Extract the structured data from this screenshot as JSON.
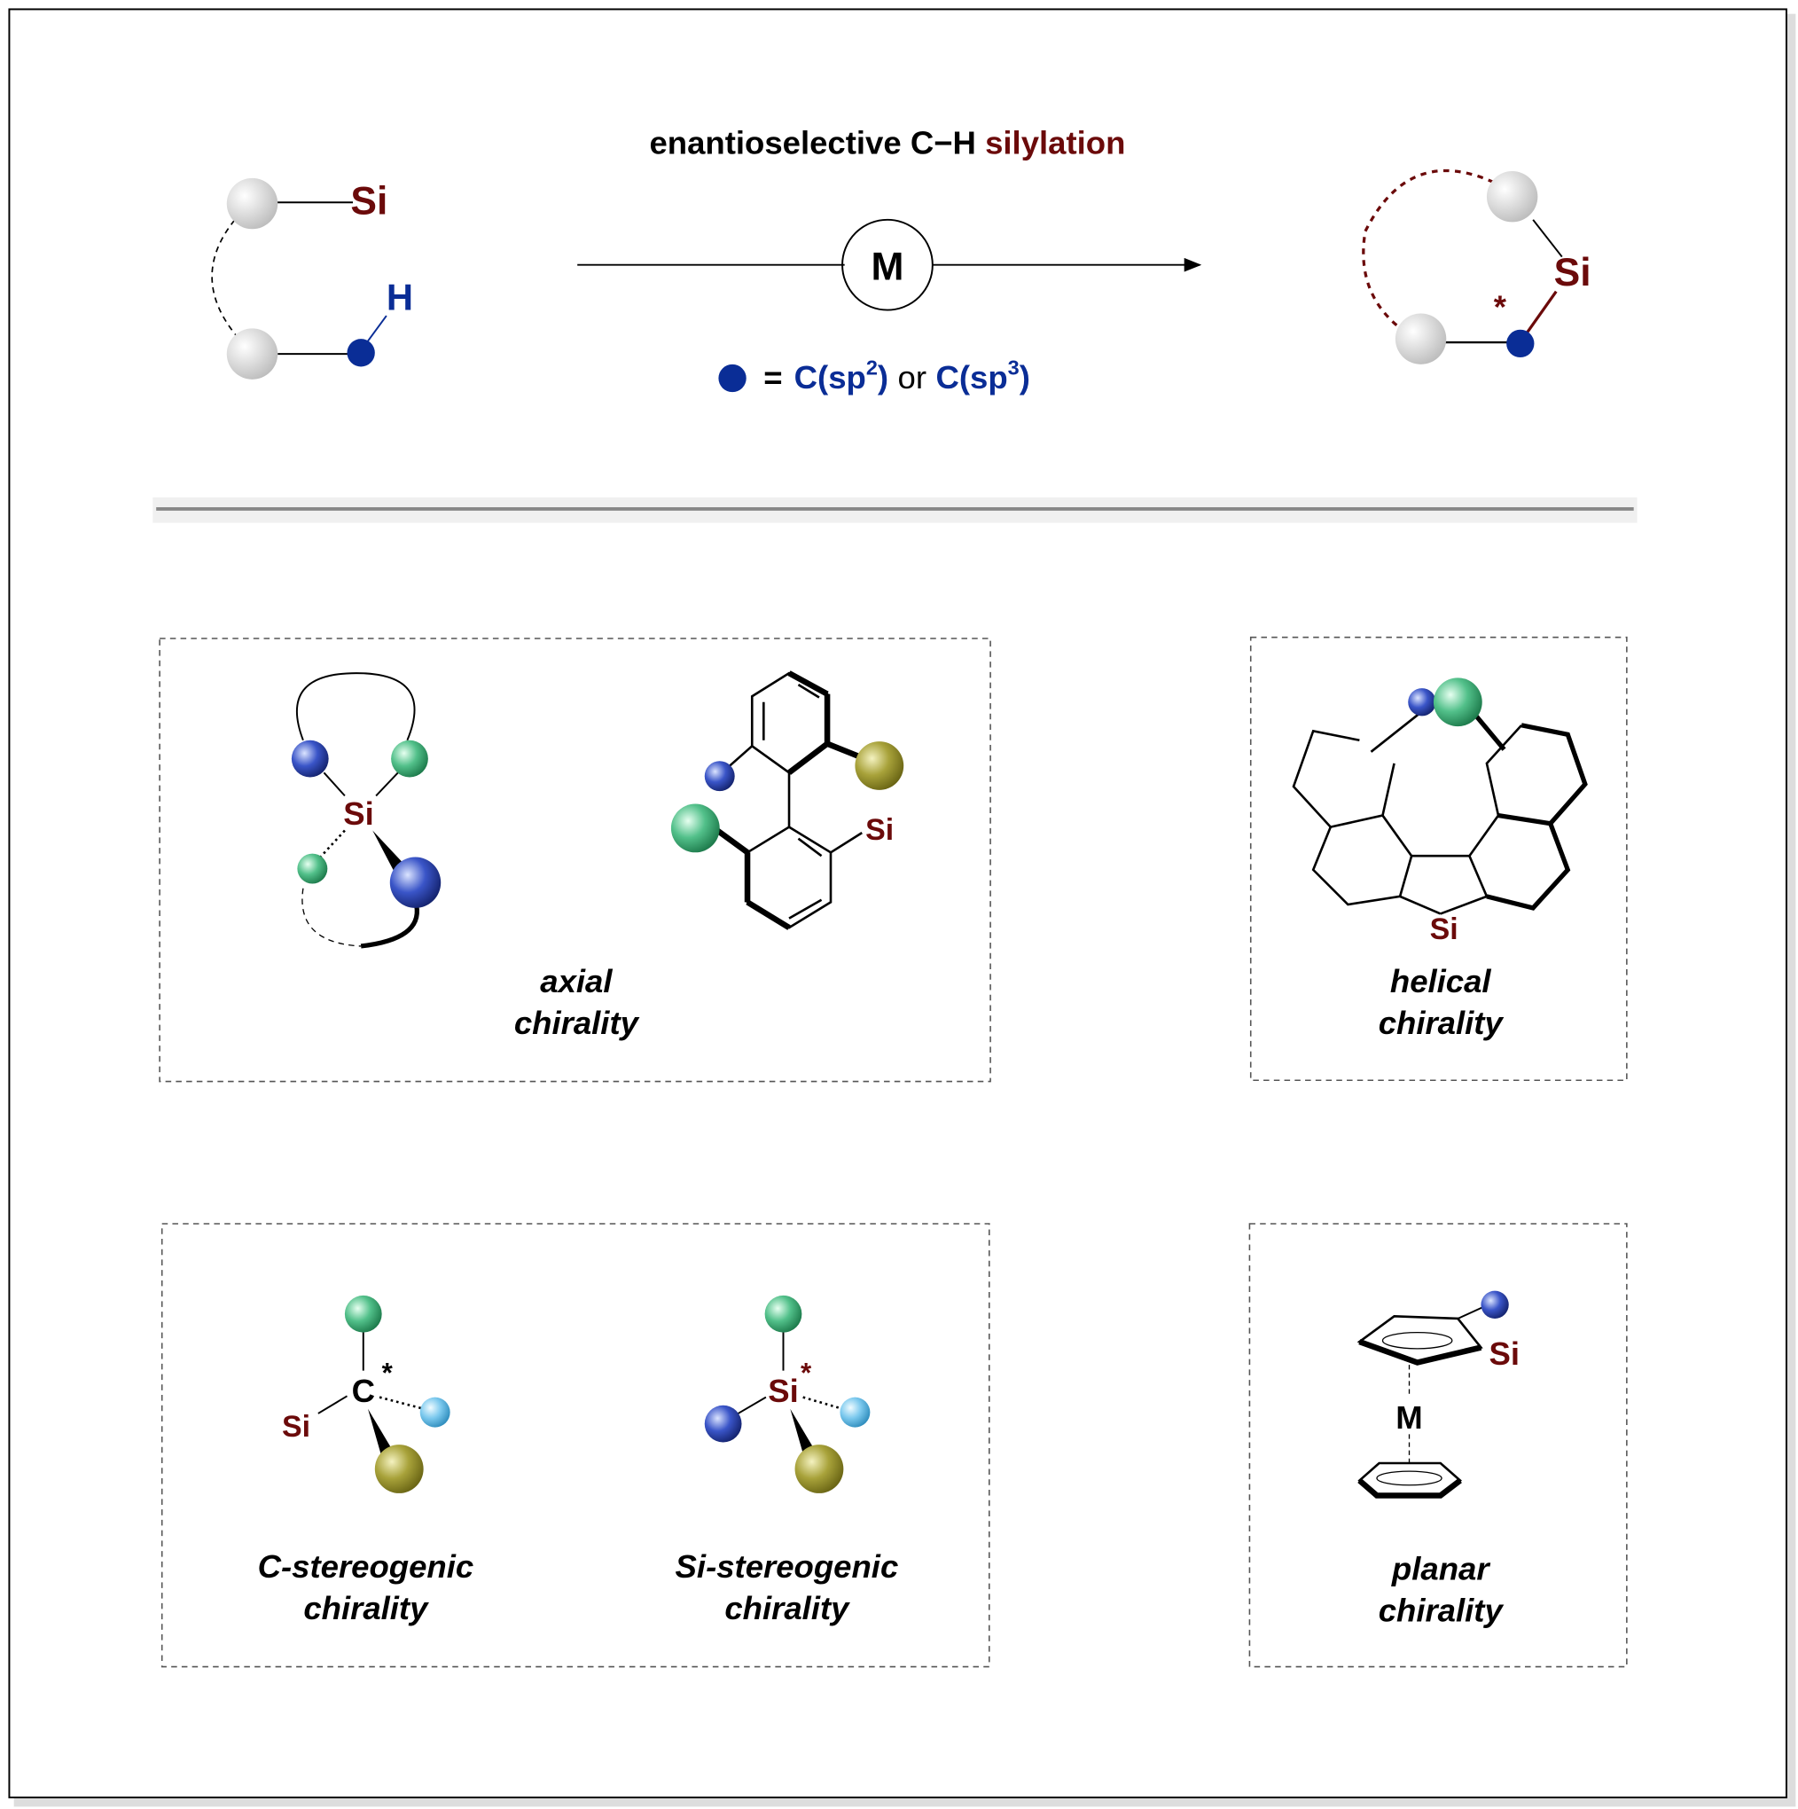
{
  "header": {
    "title_part1": "enantioselective C−H",
    "title_part2": "silylation",
    "catalyst": "M",
    "legend_eq": "=",
    "legend_sp2": "C(sp",
    "legend_sp2_sup": "2",
    "legend_close": ")",
    "legend_or": "or",
    "legend_sp3": "C(sp",
    "legend_sp3_sup": "3",
    "reactant_si": "Si",
    "reactant_h": "H",
    "product_si": "Si",
    "product_star": "*"
  },
  "panels": {
    "axial": {
      "si1": "Si",
      "si2": "Si",
      "label_line1": "axial",
      "label_line2": "chirality"
    },
    "helical": {
      "si": "Si",
      "label_line1": "helical",
      "label_line2": "chirality"
    },
    "c_stereo": {
      "c": "C",
      "star": "*",
      "si": "Si",
      "label_line1": "C-stereogenic",
      "label_line2": "chirality"
    },
    "si_stereo": {
      "si": "Si",
      "star": "*",
      "label_line1": "Si-stereogenic",
      "label_line2": "chirality"
    },
    "planar": {
      "si": "Si",
      "m": "M",
      "label_line1": "planar",
      "label_line2": "chirality"
    }
  },
  "colors": {
    "silicon": "#6b0a0a",
    "carbon_blue": "#0a2d96"
  }
}
